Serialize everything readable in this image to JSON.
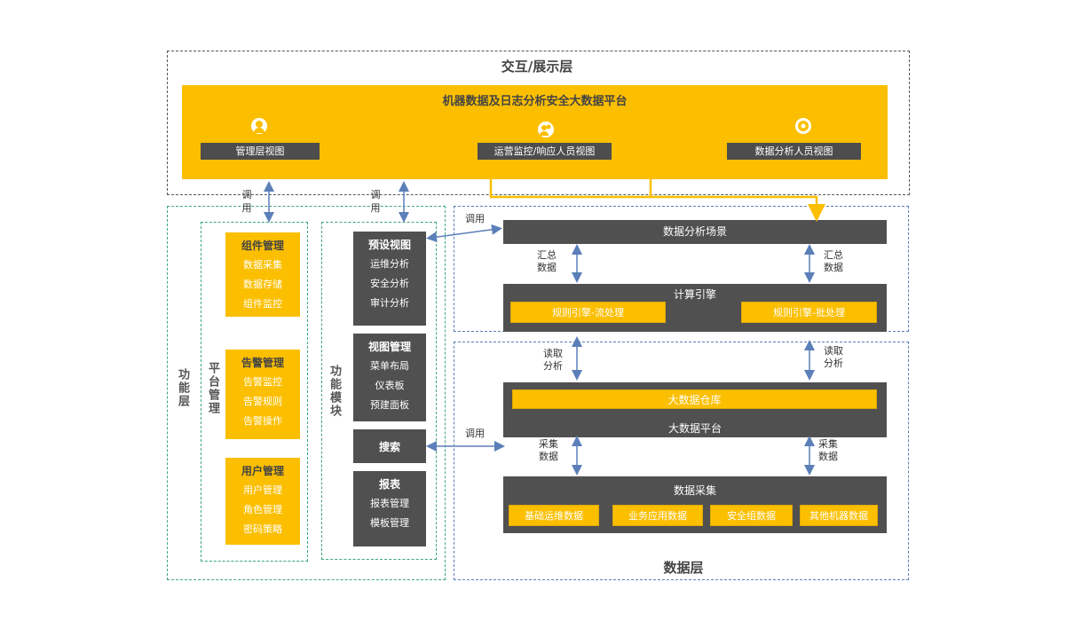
{
  "interaction_layer": {
    "title": "交互/展示层",
    "platform_title": "机器数据及日志分析安全大数据平台",
    "views": [
      {
        "label": "管理层视图",
        "icon": "manager-icon"
      },
      {
        "label": "运营监控/响应人员视图",
        "icon": "users-icon"
      },
      {
        "label": "数据分析人员视图",
        "icon": "analyst-icon"
      }
    ]
  },
  "call_labels": {
    "left1": "调用",
    "left2": "调用",
    "right_top": "调用",
    "right_mid": "调用"
  },
  "function_layer": {
    "title": "功能层",
    "platform_mgmt": {
      "title": "平台管理",
      "groups": [
        {
          "head": "组件管理",
          "items": [
            "数据采集",
            "数据存储",
            "组件监控"
          ]
        },
        {
          "head": "告警管理",
          "items": [
            "告警监控",
            "告警规则",
            "告警操作"
          ]
        },
        {
          "head": "用户管理",
          "items": [
            "用户管理",
            "角色管理",
            "密码策略"
          ]
        }
      ]
    },
    "function_modules": {
      "title": "功能模块",
      "groups": [
        {
          "head": "预设视图",
          "items": [
            "运维分析",
            "安全分析",
            "审计分析"
          ]
        },
        {
          "head": "视图管理",
          "items": [
            "菜单布局",
            "仪表板",
            "预建面板"
          ]
        },
        {
          "head": "搜索",
          "items": []
        },
        {
          "head": "报表",
          "items": [
            "报表管理",
            "模板管理"
          ]
        }
      ]
    }
  },
  "analysis": {
    "scene": "数据分析场景",
    "summary_left": "汇总\n数据",
    "summary_right": "汇总\n数据",
    "engine": "计算引擎",
    "engine_items": [
      "规则引擎-流处理",
      "规则引擎-批处理"
    ]
  },
  "data_layer": {
    "title": "数据层",
    "read_left": "读取\n分析",
    "read_right": "读取\n分析",
    "warehouse": "大数据仓库",
    "platform": "大数据平台",
    "collect_left": "采集\n数据",
    "collect_right": "采集\n数据",
    "collection": "数据采集",
    "collection_items": [
      "基础运维数据",
      "业务应用数据",
      "安全组数据",
      "其他机器数据"
    ]
  }
}
